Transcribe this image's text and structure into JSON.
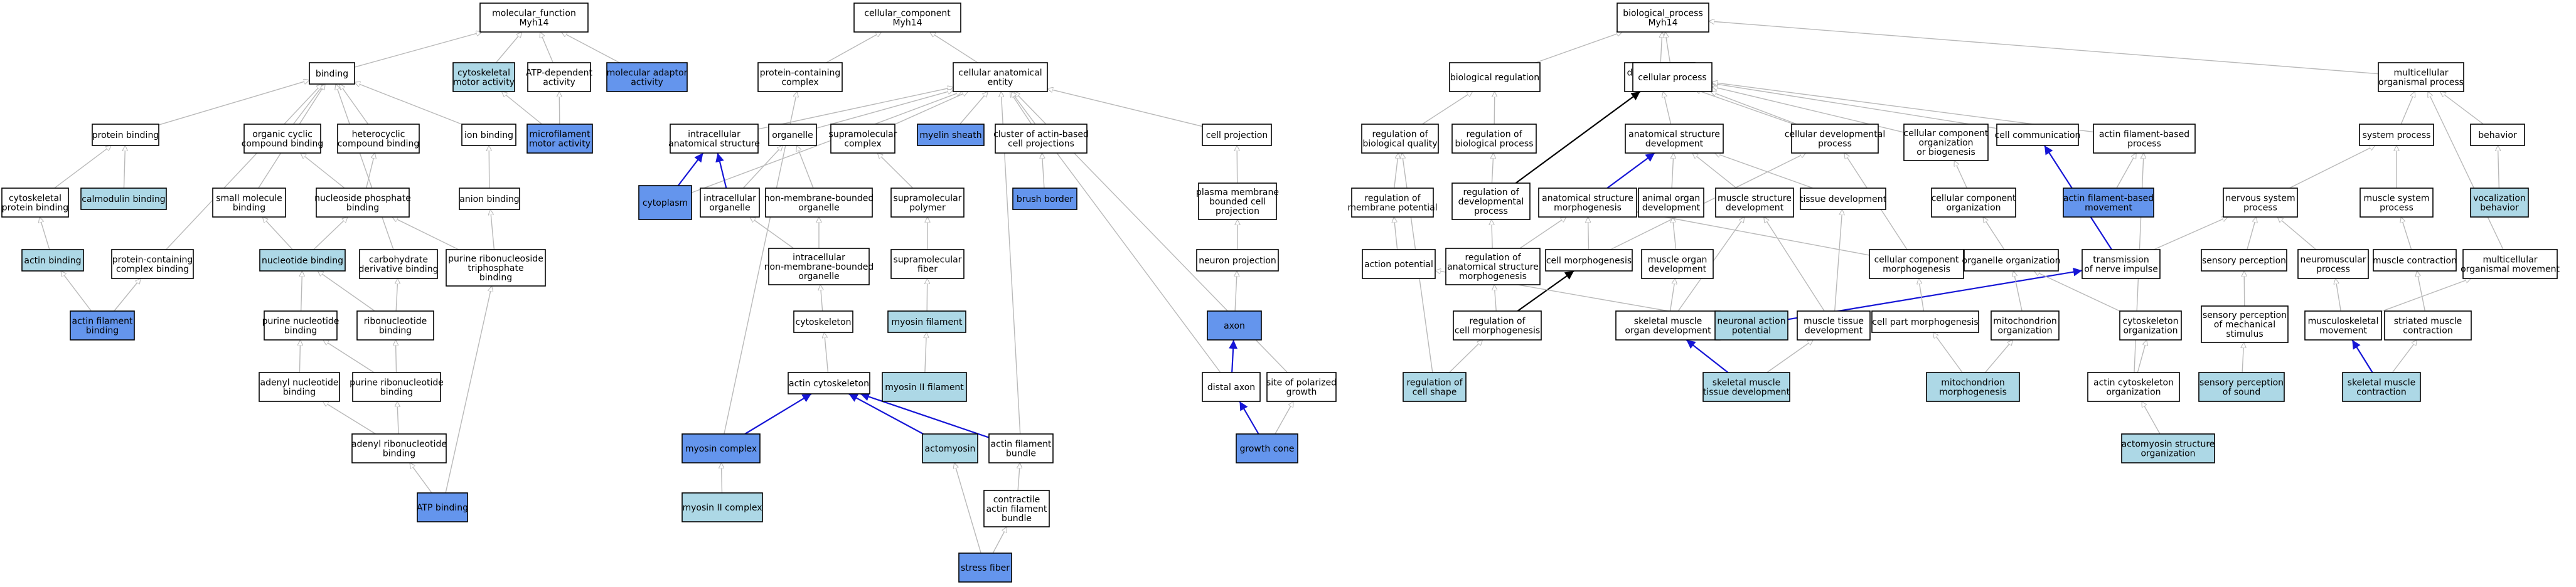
{
  "colors": {
    "plain": "#ffffff",
    "light": "#add8e6",
    "dark": "#6495ed",
    "gray_edge": "#b9b9b9",
    "blue_edge": "#1515d6",
    "black_edge": "#000000"
  },
  "nodes": {
    "mf_root": {
      "label": [
        "molecular_function",
        "Myh14"
      ],
      "style": "plain"
    },
    "binding": {
      "label": [
        "binding"
      ],
      "style": "plain"
    },
    "cyto_motor": {
      "label": [
        "cytoskeletal",
        "motor activity"
      ],
      "style": "light"
    },
    "atp_dep": {
      "label": [
        "ATP-dependent",
        "activity"
      ],
      "style": "plain"
    },
    "mol_adaptor": {
      "label": [
        "molecular adaptor",
        "activity"
      ],
      "style": "dark"
    },
    "microfil_motor": {
      "label": [
        "microfilament",
        "motor activity"
      ],
      "style": "dark"
    },
    "protein_binding": {
      "label": [
        "protein binding"
      ],
      "style": "plain"
    },
    "org_cyclic": {
      "label": [
        "organic cyclic",
        "compound binding"
      ],
      "style": "plain"
    },
    "hetero_cyclic": {
      "label": [
        "heterocyclic",
        "compound binding"
      ],
      "style": "plain"
    },
    "ion_binding": {
      "label": [
        "ion binding"
      ],
      "style": "plain"
    },
    "cytoskel_prot_binding": {
      "label": [
        "cytoskeletal",
        "protein binding"
      ],
      "style": "plain"
    },
    "calmodulin": {
      "label": [
        "calmodulin binding"
      ],
      "style": "light"
    },
    "small_mol": {
      "label": [
        "small molecule",
        "binding"
      ],
      "style": "plain"
    },
    "nucleoside_phos": {
      "label": [
        "nucleoside phosphate",
        "binding"
      ],
      "style": "plain"
    },
    "anion_binding": {
      "label": [
        "anion binding"
      ],
      "style": "plain"
    },
    "actin_binding": {
      "label": [
        "actin binding"
      ],
      "style": "light"
    },
    "prot_complex_binding": {
      "label": [
        "protein-containing",
        "complex binding"
      ],
      "style": "plain"
    },
    "nucleotide_binding": {
      "label": [
        "nucleotide binding"
      ],
      "style": "light"
    },
    "carbohydrate_deriv": {
      "label": [
        "carbohydrate",
        "derivative binding"
      ],
      "style": "plain"
    },
    "purine_ribonucleoside_tp": {
      "label": [
        "purine ribonucleoside",
        "triphosphate",
        "binding"
      ],
      "style": "plain"
    },
    "actin_filament_binding": {
      "label": [
        "actin filament",
        "binding"
      ],
      "style": "dark"
    },
    "purine_nucleotide": {
      "label": [
        "purine nucleotide",
        "binding"
      ],
      "style": "plain"
    },
    "ribonucleotide": {
      "label": [
        "ribonucleotide",
        "binding"
      ],
      "style": "plain"
    },
    "adenyl_nucleotide": {
      "label": [
        "adenyl nucleotide",
        "binding"
      ],
      "style": "plain"
    },
    "purine_ribonucleotide": {
      "label": [
        "purine ribonucleotide",
        "binding"
      ],
      "style": "plain"
    },
    "adenyl_ribonucleotide": {
      "label": [
        "adenyl ribonucleotide",
        "binding"
      ],
      "style": "plain"
    },
    "atp_binding": {
      "label": [
        "ATP binding"
      ],
      "style": "dark"
    },
    "cc_root": {
      "label": [
        "cellular_component",
        "Myh14"
      ],
      "style": "plain"
    },
    "prot_complex": {
      "label": [
        "protein-containing",
        "complex"
      ],
      "style": "plain"
    },
    "cell_anat": {
      "label": [
        "cellular anatomical",
        "entity"
      ],
      "style": "plain"
    },
    "intracell_anat": {
      "label": [
        "intracellular",
        "anatomical structure"
      ],
      "style": "plain"
    },
    "organelle": {
      "label": [
        "organelle"
      ],
      "style": "plain"
    },
    "supramol_complex": {
      "label": [
        "supramolecular",
        "complex"
      ],
      "style": "plain"
    },
    "myelin_sheath": {
      "label": [
        "myelin sheath"
      ],
      "style": "dark"
    },
    "cluster_actin": {
      "label": [
        "cluster of actin-based",
        "cell projections"
      ],
      "style": "plain"
    },
    "cell_projection": {
      "label": [
        "cell projection"
      ],
      "style": "plain"
    },
    "cytoplasm": {
      "label": [
        "cytoplasm"
      ],
      "style": "dark"
    },
    "intracell_organelle": {
      "label": [
        "intracellular",
        "organelle"
      ],
      "style": "plain"
    },
    "nonmem_organelle": {
      "label": [
        "non-membrane-bounded",
        "organelle"
      ],
      "style": "plain"
    },
    "supramol_polymer": {
      "label": [
        "supramolecular",
        "polymer"
      ],
      "style": "plain"
    },
    "brush_border": {
      "label": [
        "brush border"
      ],
      "style": "dark"
    },
    "pm_bounded_proj": {
      "label": [
        "plasma membrane",
        "bounded cell",
        "projection"
      ],
      "style": "plain"
    },
    "intracell_nonmem": {
      "label": [
        "intracellular",
        "non-membrane-bounded",
        "organelle"
      ],
      "style": "plain"
    },
    "supramol_fiber": {
      "label": [
        "supramolecular",
        "fiber"
      ],
      "style": "plain"
    },
    "neuron_projection": {
      "label": [
        "neuron projection"
      ],
      "style": "plain"
    },
    "cytoskeleton": {
      "label": [
        "cytoskeleton"
      ],
      "style": "plain"
    },
    "myosin_filament": {
      "label": [
        "myosin filament"
      ],
      "style": "light"
    },
    "axon": {
      "label": [
        "axon"
      ],
      "style": "dark"
    },
    "actin_cytoskeleton": {
      "label": [
        "actin cytoskeleton"
      ],
      "style": "plain"
    },
    "myosin2_filament": {
      "label": [
        "myosin II filament"
      ],
      "style": "light"
    },
    "distal_axon": {
      "label": [
        "distal axon"
      ],
      "style": "plain"
    },
    "site_polarized": {
      "label": [
        "site of polarized",
        "growth"
      ],
      "style": "plain"
    },
    "myosin_complex": {
      "label": [
        "myosin complex"
      ],
      "style": "dark"
    },
    "actomyosin": {
      "label": [
        "actomyosin"
      ],
      "style": "light"
    },
    "actin_fil_bundle": {
      "label": [
        "actin filament",
        "bundle"
      ],
      "style": "plain"
    },
    "growth_cone": {
      "label": [
        "growth cone"
      ],
      "style": "dark"
    },
    "myosin2_complex": {
      "label": [
        "myosin II complex"
      ],
      "style": "light"
    },
    "contractile_bundle": {
      "label": [
        "contractile",
        "actin filament",
        "bundle"
      ],
      "style": "plain"
    },
    "stress_fiber": {
      "label": [
        "stress fiber"
      ],
      "style": "dark"
    },
    "bp_root": {
      "label": [
        "biological_process",
        "Myh14"
      ],
      "style": "plain"
    },
    "bio_reg": {
      "label": [
        "biological regulation"
      ],
      "style": "plain"
    },
    "dev_process": {
      "label": [
        "developmental",
        "process"
      ],
      "style": "plain"
    },
    "cellular_process": {
      "label": [
        "cellular process"
      ],
      "style": "plain"
    },
    "multicell_org_process": {
      "label": [
        "multicellular",
        "organismal process"
      ],
      "style": "plain"
    },
    "reg_bio_quality": {
      "label": [
        "regulation of",
        "biological quality"
      ],
      "style": "plain"
    },
    "reg_bio_process": {
      "label": [
        "regulation of",
        "biological process"
      ],
      "style": "plain"
    },
    "anat_struct_dev": {
      "label": [
        "anatomical structure",
        "development"
      ],
      "style": "plain"
    },
    "cell_dev_process": {
      "label": [
        "cellular developmental",
        "process"
      ],
      "style": "plain"
    },
    "cc_org_biogenesis": {
      "label": [
        "cellular component",
        "organization",
        "or biogenesis"
      ],
      "style": "plain"
    },
    "cell_comm": {
      "label": [
        "cell communication"
      ],
      "style": "plain"
    },
    "actin_fil_process": {
      "label": [
        "actin filament-based",
        "process"
      ],
      "style": "plain"
    },
    "system_process": {
      "label": [
        "system process"
      ],
      "style": "plain"
    },
    "behavior": {
      "label": [
        "behavior"
      ],
      "style": "plain"
    },
    "reg_mem_potential": {
      "label": [
        "regulation of",
        "membrane potential"
      ],
      "style": "plain"
    },
    "reg_dev_process": {
      "label": [
        "regulation of",
        "developmental",
        "process"
      ],
      "style": "plain"
    },
    "anat_struct_morph": {
      "label": [
        "anatomical structure",
        "morphogenesis"
      ],
      "style": "plain"
    },
    "animal_organ_dev": {
      "label": [
        "animal organ",
        "development"
      ],
      "style": "plain"
    },
    "muscle_struct_dev": {
      "label": [
        "muscle structure",
        "development"
      ],
      "style": "plain"
    },
    "tissue_dev": {
      "label": [
        "tissue development"
      ],
      "style": "plain"
    },
    "cc_organization": {
      "label": [
        "cellular component",
        "organization"
      ],
      "style": "plain"
    },
    "actin_fil_movement": {
      "label": [
        "actin filament-based",
        "movement"
      ],
      "style": "dark"
    },
    "nervous_sys_process": {
      "label": [
        "nervous system",
        "process"
      ],
      "style": "plain"
    },
    "muscle_sys_process": {
      "label": [
        "muscle system",
        "process"
      ],
      "style": "plain"
    },
    "vocalization": {
      "label": [
        "vocalization",
        "behavior"
      ],
      "style": "light"
    },
    "action_potential": {
      "label": [
        "action potential"
      ],
      "style": "plain"
    },
    "reg_anat_morph": {
      "label": [
        "regulation of",
        "anatomical structure",
        "morphogenesis"
      ],
      "style": "plain"
    },
    "cell_morph": {
      "label": [
        "cell morphogenesis"
      ],
      "style": "plain"
    },
    "muscle_organ_dev": {
      "label": [
        "muscle organ",
        "development"
      ],
      "style": "plain"
    },
    "cc_morph": {
      "label": [
        "cellular component",
        "morphogenesis"
      ],
      "style": "plain"
    },
    "organelle_org": {
      "label": [
        "organelle organization"
      ],
      "style": "plain"
    },
    "transmission_nerve": {
      "label": [
        "transmission",
        "of nerve impulse"
      ],
      "style": "plain"
    },
    "sensory_perception": {
      "label": [
        "sensory perception"
      ],
      "style": "plain"
    },
    "neuromuscular": {
      "label": [
        "neuromuscular",
        "process"
      ],
      "style": "plain"
    },
    "muscle_contraction": {
      "label": [
        "muscle contraction"
      ],
      "style": "plain"
    },
    "multicell_movement": {
      "label": [
        "multicellular",
        "organismal movement"
      ],
      "style": "plain"
    },
    "reg_cell_morph": {
      "label": [
        "regulation of",
        "cell morphogenesis"
      ],
      "style": "plain"
    },
    "skm_organ_dev": {
      "label": [
        "skeletal muscle",
        "organ development"
      ],
      "style": "plain"
    },
    "neuronal_ap": {
      "label": [
        "neuronal action",
        "potential"
      ],
      "style": "light"
    },
    "muscle_tissue_dev": {
      "label": [
        "muscle tissue",
        "development"
      ],
      "style": "plain"
    },
    "cell_part_morph": {
      "label": [
        "cell part morphogenesis"
      ],
      "style": "plain"
    },
    "mito_org": {
      "label": [
        "mitochondrion",
        "organization"
      ],
      "style": "plain"
    },
    "cytoskel_org": {
      "label": [
        "cytoskeleton",
        "organization"
      ],
      "style": "plain"
    },
    "sens_perc_mech": {
      "label": [
        "sensory perception",
        "of mechanical",
        "stimulus"
      ],
      "style": "plain"
    },
    "musculoskel_movement": {
      "label": [
        "musculoskeletal",
        "movement"
      ],
      "style": "plain"
    },
    "striated_contraction": {
      "label": [
        "striated muscle",
        "contraction"
      ],
      "style": "plain"
    },
    "reg_cell_shape": {
      "label": [
        "regulation of",
        "cell shape"
      ],
      "style": "light"
    },
    "skm_tissue_dev": {
      "label": [
        "skeletal muscle",
        "tissue development"
      ],
      "style": "light"
    },
    "mito_morph": {
      "label": [
        "mitochondrion",
        "morphogenesis"
      ],
      "style": "light"
    },
    "actin_cytoskel_org": {
      "label": [
        "actin cytoskeleton",
        "organization"
      ],
      "style": "plain"
    },
    "sens_perc_sound": {
      "label": [
        "sensory perception",
        "of sound"
      ],
      "style": "light"
    },
    "skm_contraction": {
      "label": [
        "skeletal muscle",
        "contraction"
      ],
      "style": "light"
    },
    "actomyosin_org": {
      "label": [
        "actomyosin structure",
        "organization"
      ],
      "style": "light"
    }
  }
}
